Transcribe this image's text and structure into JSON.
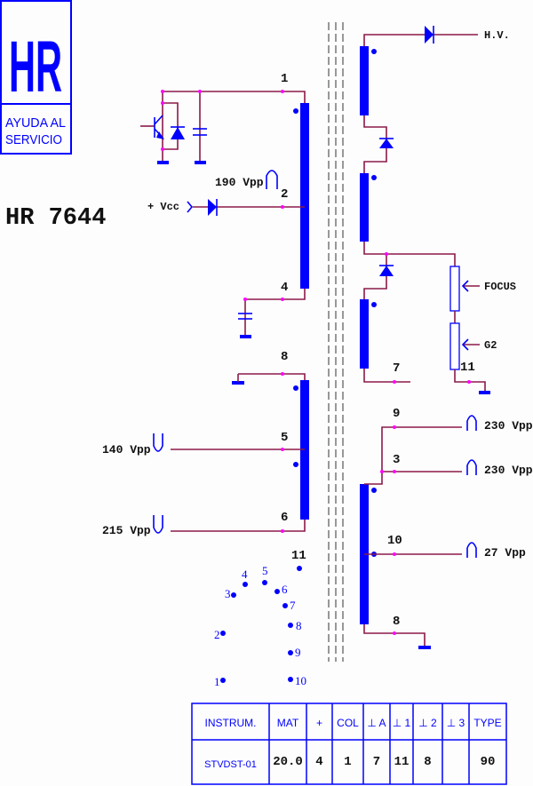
{
  "logo": {
    "mark": "HR",
    "line1": "AYUDA AL",
    "line2": "SERVICIO"
  },
  "model": "HR 7644",
  "primary": {
    "pin_1": "1",
    "pin_2": "2",
    "pin_4": "4",
    "vcc_label": "+ Vcc",
    "pulse_label": "190 Vpp"
  },
  "secondary_left": {
    "pin_8": "8",
    "pin_5": "5",
    "pin_6": "6",
    "pulse_5": "140 Vpp",
    "pulse_6": "215 Vpp"
  },
  "high_voltage": {
    "hv_label": "H.V.",
    "focus_label": "FOCUS",
    "g2_label": "G2",
    "pin_7": "7",
    "pin_11": "11"
  },
  "secondary_right": {
    "pin_9": "9",
    "pin_3": "3",
    "pin_10": "10",
    "pin_8": "8",
    "pulse_9": "230 Vpp",
    "pulse_3": "230 Vpp",
    "pulse_10": "27 Vpp"
  },
  "pinout": [
    "1",
    "2",
    "3",
    "4",
    "5",
    "6",
    "7",
    "8",
    "9",
    "10",
    "11"
  ],
  "table": {
    "headers": [
      "INSTRUM.",
      "MAT",
      "+",
      "COL",
      "⊥ A",
      "⊥ 1",
      "⊥ 2",
      "⊥ 3",
      "TYPE"
    ],
    "row": [
      "STVDST-01",
      "20.0",
      "4",
      "1",
      "7",
      "11",
      "8",
      "",
      "90"
    ]
  }
}
